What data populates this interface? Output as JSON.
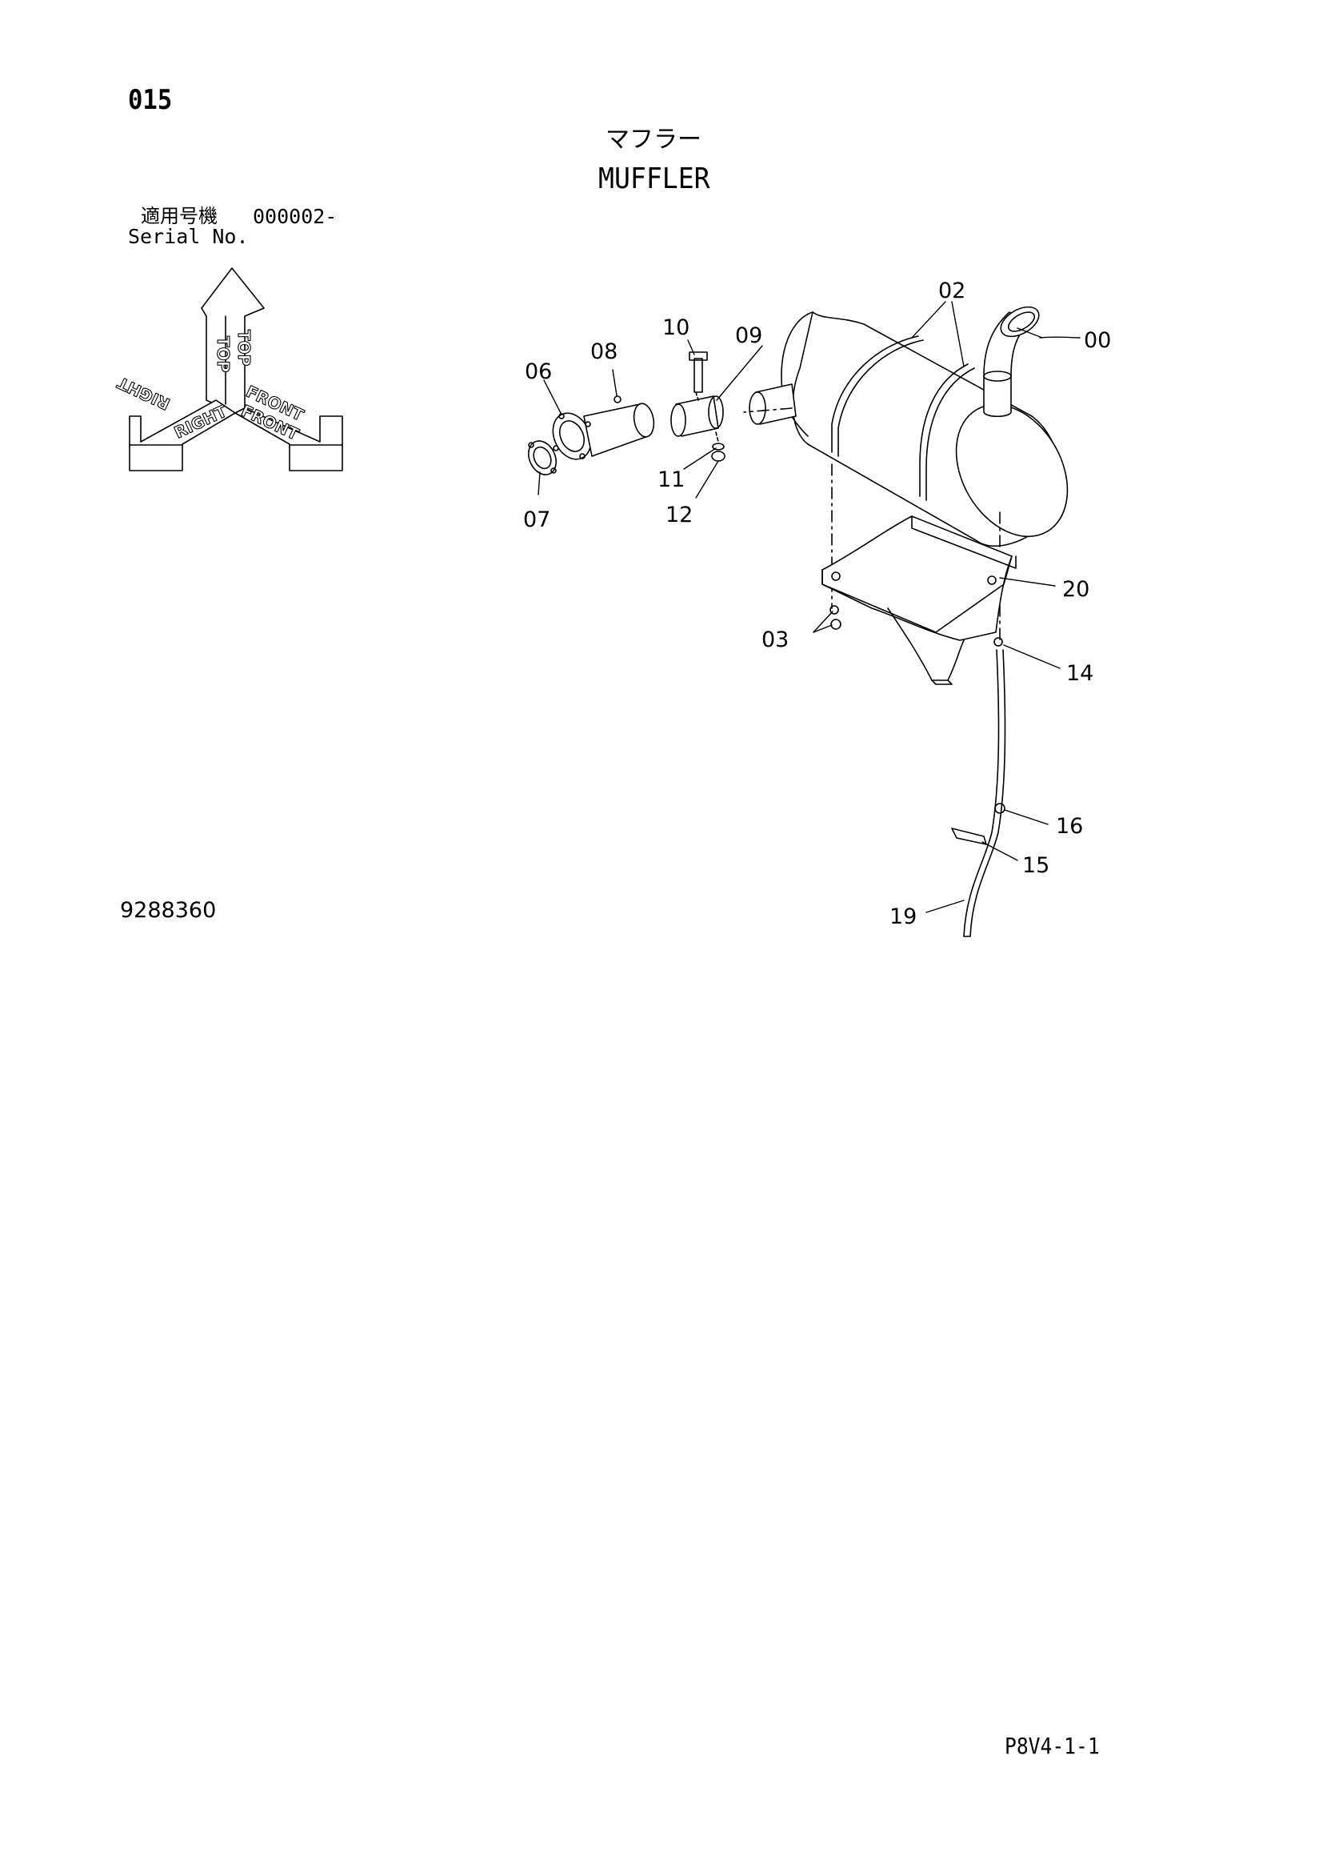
{
  "page": {
    "number": "015",
    "title_jp": "マフラー",
    "title_en": "MUFFLER",
    "serial_label_jp": "適用号機",
    "serial_value": "000002-",
    "serial_label_en": "Serial No.",
    "drawing_number": "9288360",
    "sheet_code": "P8V4-1-1"
  },
  "orientation": {
    "top": "TOP",
    "right": "RIGHT",
    "front": "FRONT"
  },
  "callouts": [
    {
      "id": "00",
      "text": "00"
    },
    {
      "id": "02",
      "text": "02"
    },
    {
      "id": "03",
      "text": "03"
    },
    {
      "id": "06",
      "text": "06"
    },
    {
      "id": "07",
      "text": "07"
    },
    {
      "id": "08",
      "text": "08"
    },
    {
      "id": "09",
      "text": "09"
    },
    {
      "id": "10",
      "text": "10"
    },
    {
      "id": "11",
      "text": "11"
    },
    {
      "id": "12",
      "text": "12"
    },
    {
      "id": "14",
      "text": "14"
    },
    {
      "id": "15",
      "text": "15"
    },
    {
      "id": "16",
      "text": "16"
    },
    {
      "id": "19",
      "text": "19"
    },
    {
      "id": "20",
      "text": "20"
    }
  ]
}
